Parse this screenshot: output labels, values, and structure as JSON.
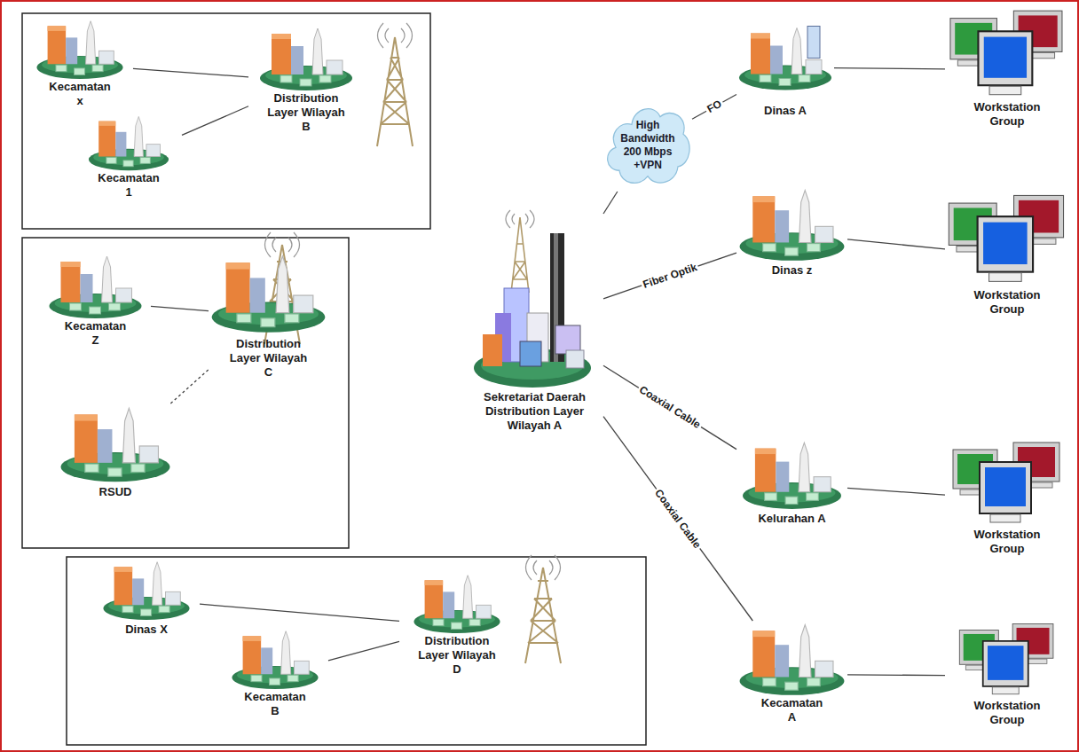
{
  "diagram": {
    "nodes": [
      {
        "text": [
          "Kecamatan x"
        ]
      },
      {
        "text": [
          "Distribution Layer Wilayah B"
        ]
      },
      {
        "text": [
          "Kecamatan 1"
        ]
      },
      {
        "text": [
          "Kecamatan Z"
        ]
      },
      {
        "text": [
          "Distribution Layer Wilayah C"
        ]
      },
      {
        "text": [
          "RSUD"
        ]
      },
      {
        "text": [
          "High Bandwidth 200 Mbps +VPN"
        ]
      },
      {
        "text": [
          "Dinas A"
        ]
      },
      {
        "text": [
          "Workstation Group"
        ]
      },
      {
        "text": [
          "Dinas z"
        ]
      },
      {
        "text": [
          "Workstation Group"
        ]
      },
      {
        "text": [
          "Sekretariat Daerah Distribution Layer Wilayah A"
        ]
      },
      {
        "text": [
          "Kelurahan A"
        ]
      },
      {
        "text": [
          "Workstation Group"
        ]
      },
      {
        "text": [
          "Dinas X"
        ]
      },
      {
        "text": [
          "Distribution Layer Wilayah D"
        ]
      },
      {
        "text": [
          "Kecamatan B"
        ]
      },
      {
        "text": [
          "Kecamatan A"
        ]
      },
      {
        "text": [
          "Workstation Group"
        ]
      }
    ],
    "edges": [
      {
        "from": 0,
        "to": 1,
        "arrow": "none"
      },
      {
        "from": 2,
        "to": 1,
        "arrow": "none"
      },
      {
        "from": 3,
        "to": 4,
        "arrow": "none"
      },
      {
        "from": 5,
        "to": 4,
        "arrow": "none"
      },
      {
        "from": 11,
        "to": 6,
        "arrow": "none"
      },
      {
        "from": 6,
        "to": 7,
        "label": "FO",
        "arrow": "none"
      },
      {
        "from": 11,
        "to": 9,
        "label": "Fiber Optik",
        "arrow": "none"
      },
      {
        "from": 11,
        "to": 12,
        "label": "Coaxial Cable",
        "arrow": "none"
      },
      {
        "from": 11,
        "to": 17,
        "label": "Coaxial Cable",
        "arrow": "none"
      },
      {
        "from": 7,
        "to": 8,
        "arrow": "none"
      },
      {
        "from": 9,
        "to": 10,
        "arrow": "none"
      },
      {
        "from": 12,
        "to": 13,
        "arrow": "none"
      },
      {
        "from": 17,
        "to": 18,
        "arrow": "none"
      },
      {
        "from": 14,
        "to": 15,
        "arrow": "none"
      },
      {
        "from": 16,
        "to": 15,
        "arrow": "none"
      }
    ]
  }
}
